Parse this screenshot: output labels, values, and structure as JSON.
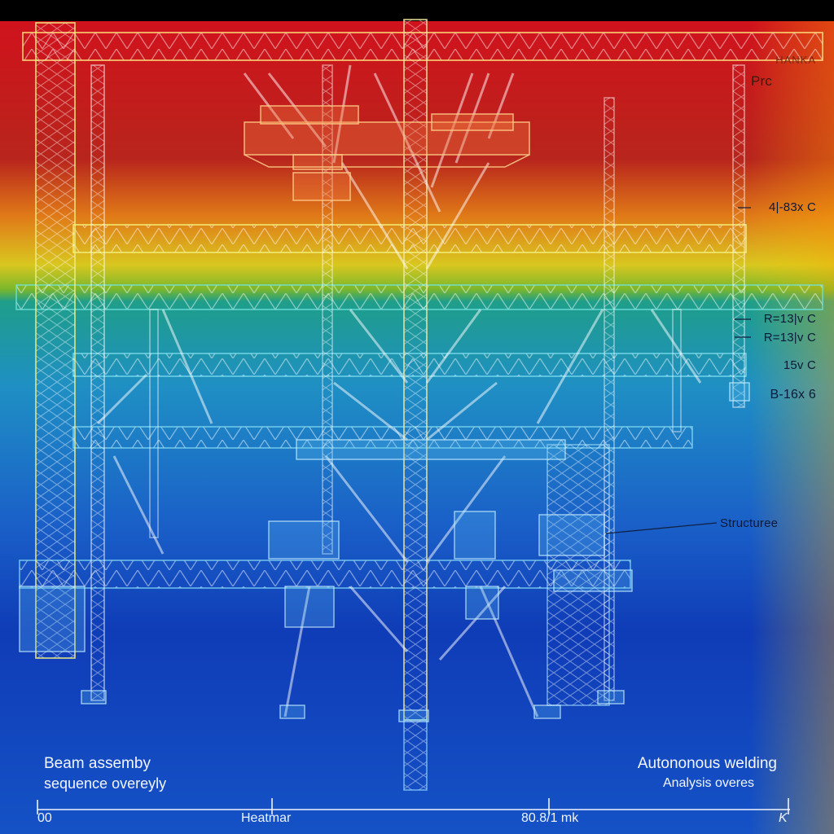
{
  "labels": {
    "top_right_1": "HANKA",
    "top_right_2": "Prc",
    "temp_1": "4|-83x C",
    "temp_2": "R=13|v C",
    "temp_3": "R=13|v C",
    "temp_4": "15v C",
    "temp_5": "B-16x 6",
    "structure": "Structuree"
  },
  "captions": {
    "left_line1": "Beam assemby",
    "left_line2": "sequence overeyly",
    "right_line1": "Autononous welding",
    "right_line2": "Analysis overes"
  },
  "axis": {
    "tick_0": "00",
    "tick_mid": "Heatmar",
    "tick_right": "80.8/1 mk",
    "tick_end": "K"
  },
  "colors": {
    "hot": "#c0161a",
    "warm": "#f07a12",
    "mid": "#e4e424",
    "cool": "#23c3b6",
    "cold": "#1350c8",
    "coldest": "#0a2fa8"
  }
}
